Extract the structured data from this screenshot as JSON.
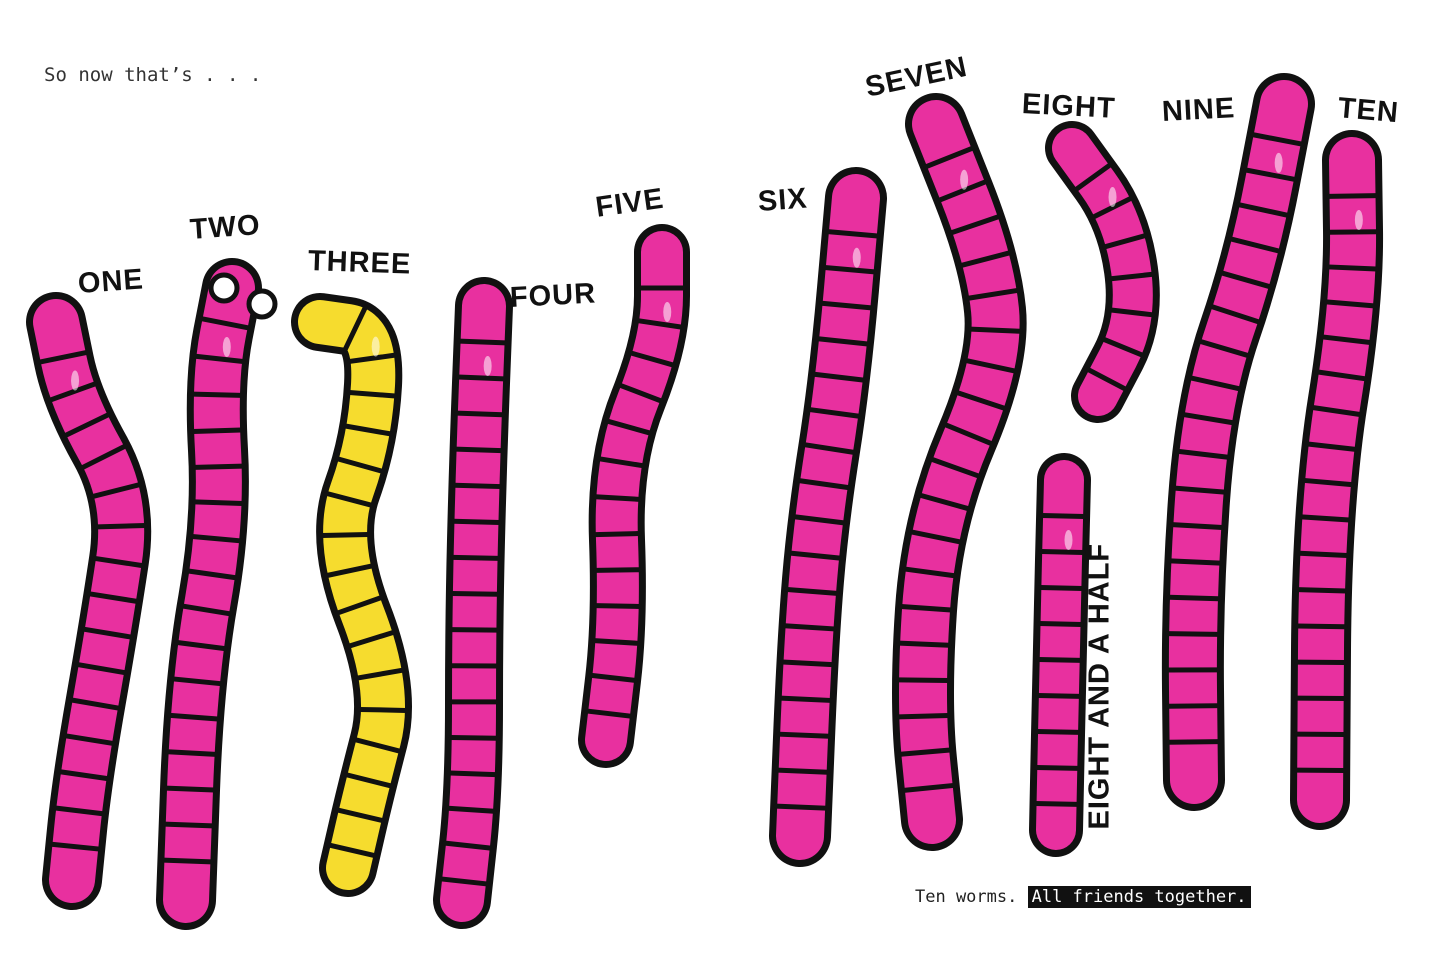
{
  "intro_text": "So now that’s . . .",
  "labels": {
    "one": "ONE",
    "two": "TWO",
    "three": "THREE",
    "four": "FOUR",
    "five": "FIVE",
    "six": "SIX",
    "seven": "SEVEN",
    "eight": "EIGHT",
    "eight_and_a_half": "EIGHT AND A HALF",
    "nine": "NINE",
    "ten": "TEN"
  },
  "caption": {
    "plain": "Ten worms. ",
    "highlighted": "All friends together."
  },
  "colors": {
    "worm_pink": "#e8309f",
    "worm_yellow": "#f6dc2e",
    "outline": "#111111",
    "background": "#ffffff"
  }
}
